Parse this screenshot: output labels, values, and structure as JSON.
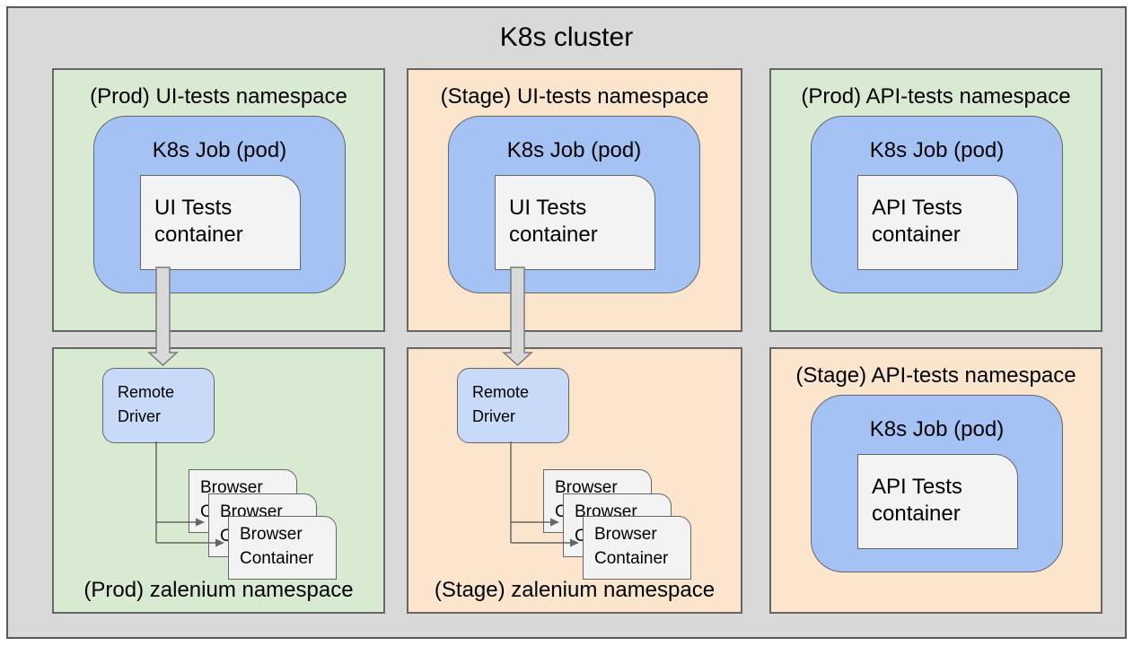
{
  "title": "K8s cluster",
  "colors": {
    "canvas_bg": "#ffffff",
    "cluster_bg": "#d9d9d9",
    "cluster_border": "#58595b",
    "green_bg": "#d9ead3",
    "orange_bg": "#fce5cd",
    "box_border": "#666666",
    "job_bg": "#a4c2f4",
    "driver_bg": "#c9daf8",
    "container_bg": "#f3f3f3",
    "connector": "#666666",
    "arrow_fill": "#d9d9d9"
  },
  "namespaces": {
    "prod_ui": {
      "title": "(Prod) UI-tests namespace",
      "environment": "Prod",
      "job_title": "K8s Job (pod)",
      "container": "UI Tests container"
    },
    "stage_ui": {
      "title": "(Stage) UI-tests namespace",
      "environment": "Stage",
      "job_title": "K8s Job (pod)",
      "container": "UI Tests container"
    },
    "prod_api": {
      "title": "(Prod) API-tests namespace",
      "environment": "Prod",
      "job_title": "K8s Job (pod)",
      "container": "API Tests container"
    },
    "prod_zalenium": {
      "title": "(Prod) zalenium namespace",
      "environment": "Prod",
      "remote_driver": "Remote Driver",
      "browser_containers": [
        "Browser Container",
        "Browser Container",
        "Browser Container"
      ]
    },
    "stage_zalenium": {
      "title": "(Stage) zalenium namespace",
      "environment": "Stage",
      "remote_driver": "Remote Driver",
      "browser_containers": [
        "Browser Container",
        "Browser Container",
        "Browser Container"
      ]
    },
    "stage_api": {
      "title": "(Stage) API-tests namespace",
      "environment": "Stage",
      "job_title": "K8s Job (pod)",
      "container": "API Tests container"
    }
  }
}
